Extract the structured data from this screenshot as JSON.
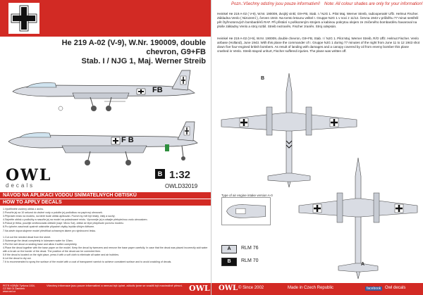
{
  "left": {
    "title_line1": "He 219 A-02 (V-9), W.Nr. 190009, double chevron, G9+FB",
    "title_line2": "Stab. I / NJG 1, Maj. Werner Streib",
    "fuselage_code": "FB",
    "fuselage_code_bottom": "F B",
    "logo_big": "OWL",
    "logo_small": "decals",
    "variant_badge": "B",
    "scale": "1:32",
    "product_code": "OWLD32019",
    "howto_cz": "NÁVOD NA APLIKACI VODOU SNÍMATELNÝCH OBTISKŮ",
    "howto_en": "HOW TO APPLY DECALS",
    "instructions_cz": [
      "1.Vystřihněte zvolený obtisk z archu.",
      "2.Ponořte jej na 10 sekund do vlažné vody a položte jej podložkou na papírový ubrousek.",
      "3.Připravte místo na modelu, na které bude obtisk aplikován. Povrch by měl být lesklý, čistý a suchý.",
      "4.Sejměte obtisk z podložky a nasuňte jej na model na požadované místo. Vyrovnejte jej a odsajte přebytečnou vodu ubrouskem.",
      "5.Pokud je třeba, použijte změkčovadlo obtisků (např. Micro Sol), obtisk se lépe přizpůsobí povrchu modelu.",
      "6.Po úplném zaschnutí opatrně odstraňte případné zbytky lepidla vlhkým štětcem.",
      "7.Na závěr doporučujeme model přestříkat ochranným lakem pro sjednocení lesku."
    ],
    "instructions_en": [
      "1.Cut out the needed decal from the sheet.",
      "2.Submerge the decal completely in lukewarm water for 10sec.",
      "3.Put the wet decal on sealing base and allow it soften completely.",
      "4.Place the decal together with the base paper on the model. Keep the decal by tweezers and remove the base paper carefully. In case that the decal was placed incorrectly add water with a brush on the border of the decal. The position of the decal can be corrected then.",
      "5.If the decal is located on the right place, press it with a soft cloth to eliminate all water and air bubbles.",
      "6.Let the decal to dry out.",
      "7.It is recommended to spray the surface of the model with a coat of transparent varnish to achieve consistent surface and to avoid crackling of decals."
    ],
    "footer_address": "PETR HORÁK Tyršova 1034, CZ 564 01 Žamberk www.owl.cz",
    "footer_warning": "Všechny informace jsou pouze informativní a nemusí být úplné, ačkoliv jsme se snažili být maximálně přesní.",
    "footer_logo": "OWL"
  },
  "right": {
    "note_cz": "Pozn.:Všechny odstíny jsou pouze informativní!",
    "note_en": "Note: All colour shades are only for your information!",
    "desc_cz1": "Heinkel He 219 A-02 ( V-9), W.Nr. 190009, dvojitý vinkl, G9+FB, Stab. I / NJG 1. Pilot Maj. Werner Streib, radiooperatér Uffz. Helmut Fischer. Základna Venlo ( Nizozemí ), červen 1943. Na tomto letounu velitel I. Gruppe NJG 1 v noci z 11/12. června 1943 v průběhu 77 minut sestřelil pět čtyřmotorových bombardérů RAF. Při přistání s poškozeným strojem a kabinou pokrytou olejem ze zničeného bombardéru havaroval na ploše základny Venlo a stroj rozbil. Streib nezraněn, Fischer zraněn. Stroj odepsán.",
    "desc_en1": "Heinkel He 219 A-02 (V-9), W.Nr. 190009, double chevron, G9+FB, Stab. I / NJG 1. Pilot Maj. Werner Streib, R/O Uffz. Helmut Fischer. Venlo airbase (Holland), June 1943. With this plane the commander of I. Gruppe NJG 1 during 77 minutes of the night from June 11 to 12 1943 shot down five four-engined british bombers. As result of landing with damages and a canopy covered by oil from enemy bomber this plane crashed in Venlo. Streib stayed unhurt, Fischer suffered injuries. The plane was written off.",
    "legend_note": "Type of air engine intake version A-0",
    "view_label_b": "B",
    "view_label_a": "A",
    "rlm": [
      {
        "code": "A",
        "label": "RLM 76",
        "color": "#d8dbe2"
      },
      {
        "code": "B",
        "label": "RLM 70",
        "color": "#111111"
      }
    ],
    "footer_owl": "OWL",
    "footer_since": "© Since 2002",
    "footer_made": "Made in Czech Republic",
    "footer_fb": "facebook",
    "footer_decals": "Owl decals"
  },
  "colors": {
    "brand_red": "#d22a24",
    "rlm76": "#d8dbe2",
    "rlm70": "#111111"
  }
}
